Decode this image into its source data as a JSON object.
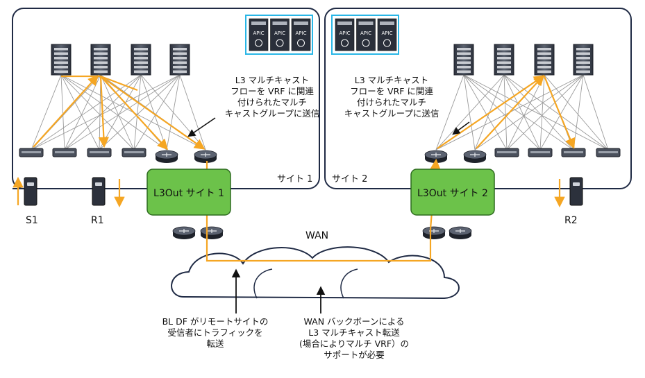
{
  "site1": {
    "label": "サイト 1",
    "annotation": [
      "L3 マルチキャスト",
      "フローを VRF に関連",
      "付けられたマルチ",
      "キャストグループに送信"
    ],
    "l3out": "L3Out サイト 1"
  },
  "site2": {
    "label": "サイト 2",
    "annotation": [
      "L3 マルチキャスト",
      "フローを VRF に関連",
      "付けられたマルチ",
      "キャストグループに送信"
    ],
    "l3out": "L3Out サイト 2"
  },
  "apic_label": "APIC",
  "hosts": {
    "s1": "S1",
    "r1": "R1",
    "r2": "R2"
  },
  "wan": {
    "label": "WAN",
    "note_left": [
      "BL DF がリモートサイトの",
      "受信者にトラフィックを",
      "転送"
    ],
    "note_right": [
      "WAN バックボーンによる",
      "L3 マルチキャスト転送",
      "(場合によりマルチ VRF）の",
      "サポートが必要"
    ]
  },
  "colors": {
    "site_border": "#1f2a44",
    "apic_border": "#29b6e6",
    "l3out_fill": "#6cc24a",
    "l3out_border": "#2d6b1f",
    "flow": "#f5a623",
    "mesh": "#9a9a9a",
    "device": "#3a3f4b"
  }
}
